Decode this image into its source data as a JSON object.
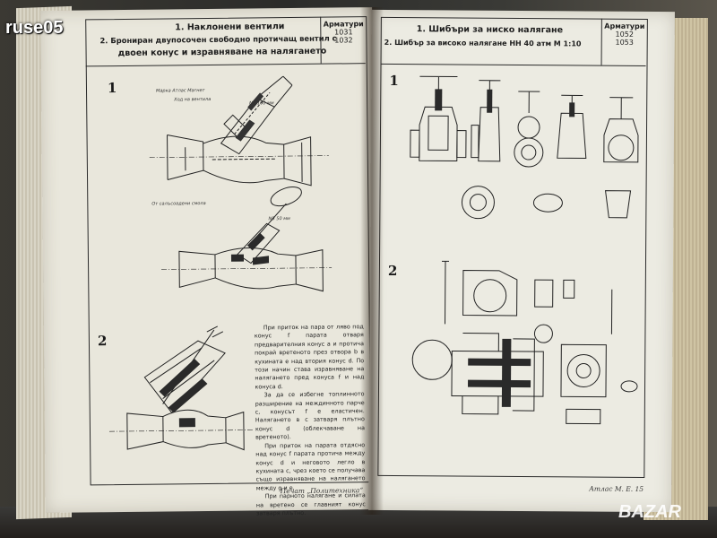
{
  "watermark": {
    "site": "ruse05",
    "brand": "BAZAR"
  },
  "left_page": {
    "header": {
      "line1": "1. Наклонени вентили",
      "line2": "2. Брониран двупосочен свободно протичащ вентил с",
      "line3": "двоен конус и изравняване на налягането",
      "code_label": "Арматури",
      "code_num1": "1031",
      "code_num2": "1032"
    },
    "figure_numbers": [
      "1",
      "2"
    ],
    "drawing_labels": {
      "top1": "Марка Атлас Магнет",
      "top2": "Ход на вентила",
      "top3": "NB 100 мм",
      "mid1": "От салъсоадени смола",
      "mid2": "NB 50 мм"
    },
    "paragraphs": [
      "При приток на пара от ляво под конус f парата отваря предварителния конус a и протича покрай вретеното през отвора b в кухината e над втория конус d. По този начин става изравняване на налягането пред конуса f и над конуса d.",
      "За да се избегне топлинното разширение на междинното парче c, конусът f е еластичен. Налягането в c затваря плътно конус d (облекчаване на вретеното).",
      "При приток на парата отдясно над конус f парата протича между конус d и неговото легло в кухината c, чрез което се получава също изравняване на налягането между g и e.",
      "При парното налягане и силата на вретено се главният конус затваря плътно."
    ],
    "footer": "Печат „Политехника“"
  },
  "right_page": {
    "header": {
      "line1": "1. Шибъри за ниско налягане",
      "line2": "2. Шибър за високо налягане НН 40 атм М 1:10",
      "code_label": "Арматури",
      "code_num1": "1052",
      "code_num2": "1053"
    },
    "figure_numbers": [
      "1",
      "2"
    ],
    "footer": "Атлас М. Е. 15"
  }
}
